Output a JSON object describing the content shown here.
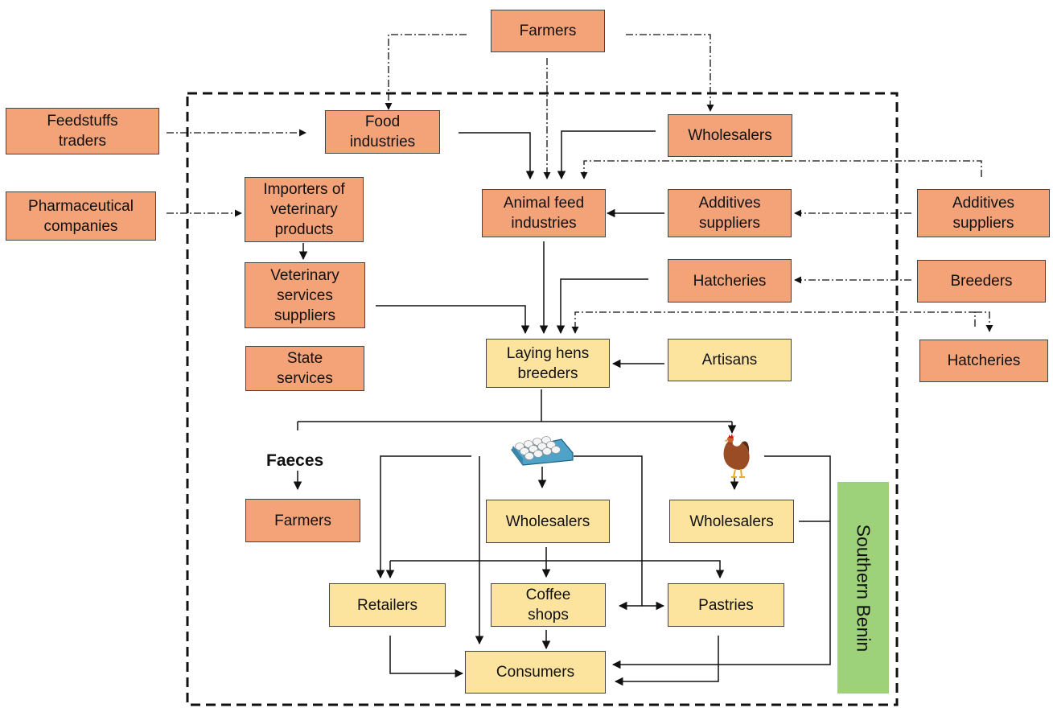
{
  "nodes": {
    "farmers_top": "Farmers",
    "feedstuffs_traders": "Feedstuffs\ntraders",
    "food_industries": "Food\nindustries",
    "wholesalers_top": "Wholesalers",
    "pharma": "Pharmaceutical\ncompanies",
    "importers": "Importers of\nveterinary\nproducts",
    "animal_feed": "Animal feed\nindustries",
    "additives_inner": "Additives\nsuppliers",
    "additives_outer": "Additives\nsuppliers",
    "vet_services": "Veterinary\nservices\nsuppliers",
    "hatcheries_inner": "Hatcheries",
    "breeders": "Breeders",
    "hatcheries_outer": "Hatcheries",
    "state_services": "State\nservices",
    "laying_hens": "Laying hens\nbreeders",
    "artisans": "Artisans",
    "farmers_bottom": "Farmers",
    "wholesalers_eggs": "Wholesalers",
    "wholesalers_hens": "Wholesalers",
    "retailers": "Retailers",
    "coffee_shops": "Coffee\nshops",
    "pastries": "Pastries",
    "consumers": "Consumers"
  },
  "labels": {
    "faeces": "Faeces",
    "region": "Southern Benin"
  },
  "icons": {
    "eggs": "egg-tray-icon",
    "hen": "hen-icon"
  },
  "colors": {
    "outside_actor": "#f4a277",
    "local_actor": "#fde49e",
    "region": "#9ed27a"
  }
}
